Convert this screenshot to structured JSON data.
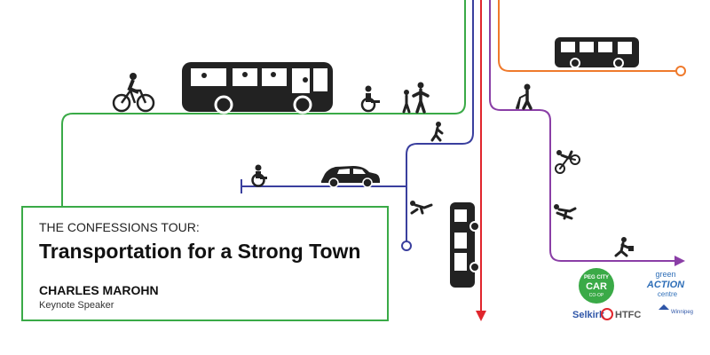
{
  "poster": {
    "kicker": "THE CONFESSIONS TOUR:",
    "headline": "Transportation for a Strong Town",
    "speaker": "CHARLES MAROHN",
    "role": "Keynote Speaker"
  },
  "route_colors": {
    "green": "#3aaa47",
    "blue": "#3a3f9e",
    "red": "#e0262d",
    "purple": "#8a3ea6",
    "orange": "#ef7a2c"
  },
  "icons": [
    "bicycle-icon",
    "bus-icon",
    "wheelchair-icon",
    "family-walking-icon",
    "walker-icon",
    "car-icon",
    "skateboard-icon",
    "cyclist-icon",
    "pedestrian-icon",
    "runner-icon"
  ],
  "logos": {
    "peg_city": [
      "PEG CITY",
      "CAR",
      "CO-OP"
    ],
    "green_action": [
      "green",
      "ACTION",
      "centre"
    ],
    "selkirk": "Selkirk",
    "htfc": "HTFC",
    "winnipeg": "Winnipeg"
  }
}
